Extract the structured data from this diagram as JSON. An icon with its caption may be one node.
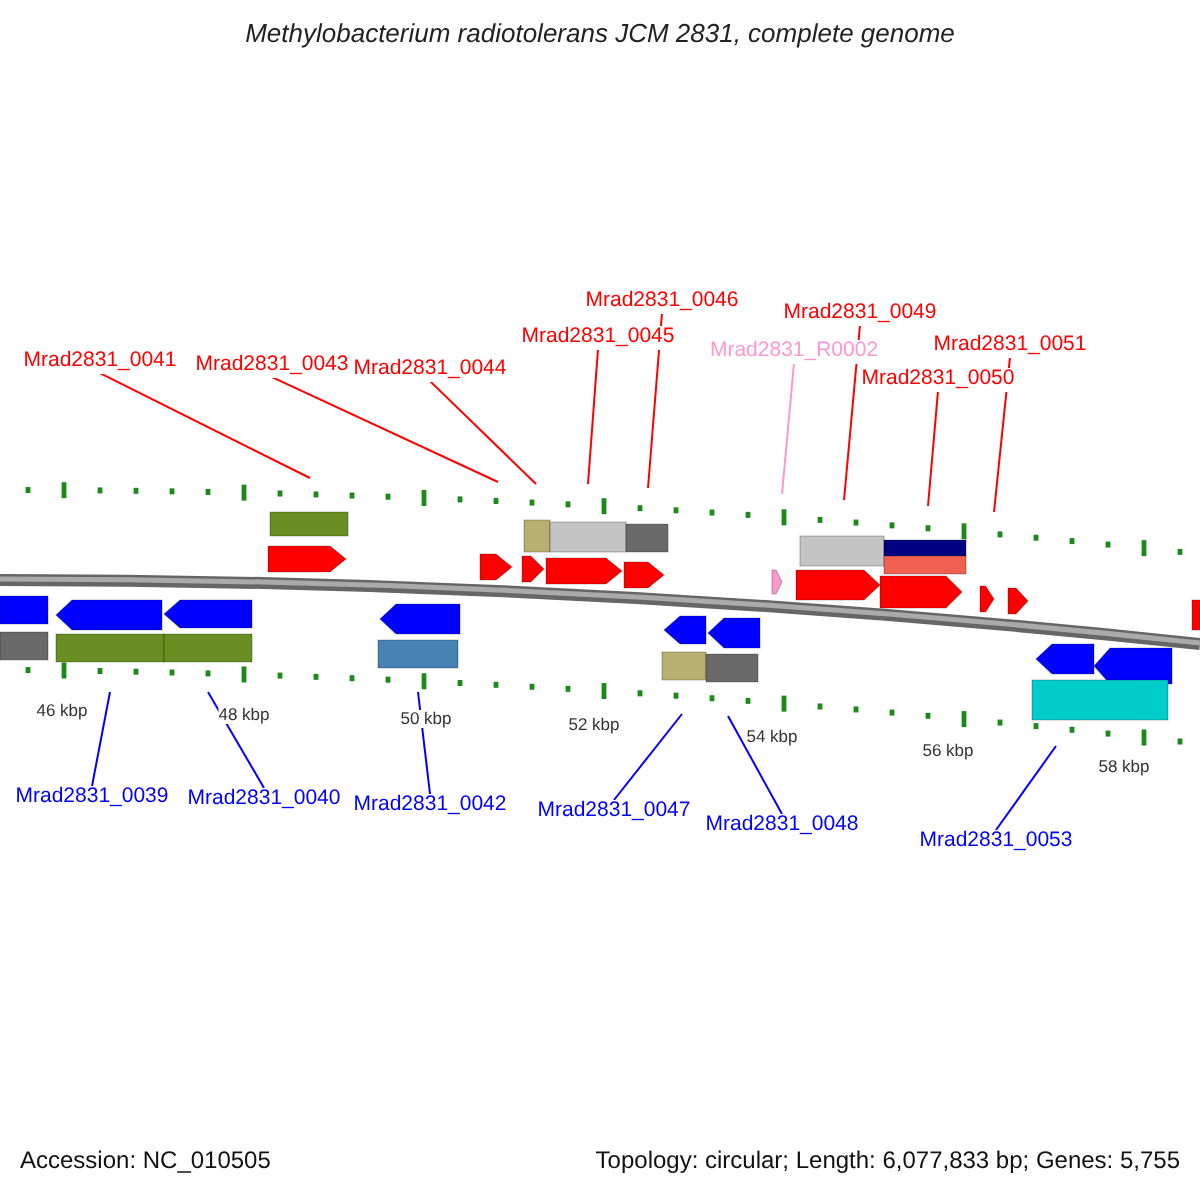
{
  "diagram": {
    "title": "Methylobacterium radiotolerans JCM 2831, complete genome",
    "nodes": [
      {
        "text": [
          "Mrad2831_0041"
        ]
      },
      {
        "text": [
          "Mrad2831_0043"
        ]
      },
      {
        "text": [
          "Mrad2831_0044"
        ]
      },
      {
        "text": [
          "Mrad2831_0045"
        ]
      },
      {
        "text": [
          "Mrad2831_0046"
        ]
      },
      {
        "text": [
          "Mrad2831_R0002"
        ]
      },
      {
        "text": [
          "Mrad2831_0049"
        ]
      },
      {
        "text": [
          "Mrad2831_0050"
        ]
      },
      {
        "text": [
          "Mrad2831_0051"
        ]
      },
      {
        "text": [
          "Mrad2831_0039"
        ]
      },
      {
        "text": [
          "Mrad2831_0040"
        ]
      },
      {
        "text": [
          "Mrad2831_0042"
        ]
      },
      {
        "text": [
          "Mrad2831_0047"
        ]
      },
      {
        "text": [
          "Mrad2831_0048"
        ]
      },
      {
        "text": [
          "Mrad2831_0053"
        ]
      }
    ],
    "edges": [
      {
        "from": 0,
        "to": null,
        "arrow": "none"
      },
      {
        "from": 1,
        "to": null,
        "arrow": "none"
      },
      {
        "from": 2,
        "to": null,
        "arrow": "none"
      },
      {
        "from": 3,
        "to": null,
        "arrow": "none"
      },
      {
        "from": 4,
        "to": null,
        "arrow": "none"
      },
      {
        "from": 5,
        "to": null,
        "arrow": "none",
        "color": "#ff99cc"
      },
      {
        "from": 6,
        "to": null,
        "arrow": "none"
      },
      {
        "from": 7,
        "to": null,
        "arrow": "none"
      },
      {
        "from": 8,
        "to": null,
        "arrow": "none"
      },
      {
        "from": 9,
        "to": null,
        "arrow": "none",
        "color": "#0000ff"
      },
      {
        "from": 10,
        "to": null,
        "arrow": "none",
        "color": "#0000ff"
      },
      {
        "from": 11,
        "to": null,
        "arrow": "none",
        "color": "#0000ff"
      },
      {
        "from": 12,
        "to": null,
        "arrow": "none",
        "color": "#0000ff"
      },
      {
        "from": 13,
        "to": null,
        "arrow": "none",
        "color": "#0000ff"
      },
      {
        "from": 14,
        "to": null,
        "arrow": "none",
        "color": "#0000ff"
      }
    ],
    "labels": [
      "46 kbp",
      "48 kbp",
      "50 kbp",
      "52 kbp",
      "54 kbp",
      "56 kbp",
      "58 kbp",
      "Accession: NC_010505",
      "Topology: circular; Length: 6,077,833 bp; Genes: 5,755"
    ]
  }
}
